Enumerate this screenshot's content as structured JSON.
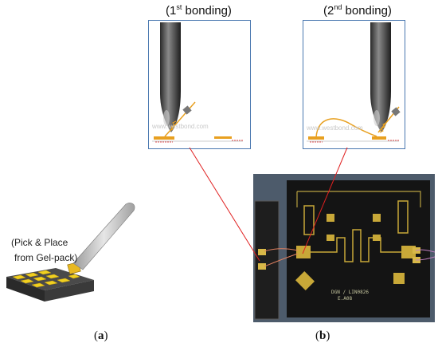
{
  "insets": {
    "first": {
      "prefix": "(1",
      "sup": "st",
      "suffix": " bonding)",
      "watermark": "www.westbond.com"
    },
    "second": {
      "prefix": "(2",
      "sup": "nd",
      "suffix": " bonding)",
      "watermark": "www.westbond.com"
    }
  },
  "left_panel": {
    "label_line1": "(Pick & Place",
    "label_line2": "from Gel-pack)"
  },
  "chip": {
    "text_line1": "DGN / LIN0826",
    "text_line2": "E.A08"
  },
  "captions": {
    "a_open": "(",
    "a_letter": "a",
    "a_close": ")",
    "b_open": "(",
    "b_letter": "b",
    "b_close": ")"
  },
  "colors": {
    "inset_border": "#4a78b0",
    "connector": "#e02020",
    "wire": "#e8a020",
    "gel_pad": "#f0d020",
    "chip_bg": "#1c1c1c"
  }
}
